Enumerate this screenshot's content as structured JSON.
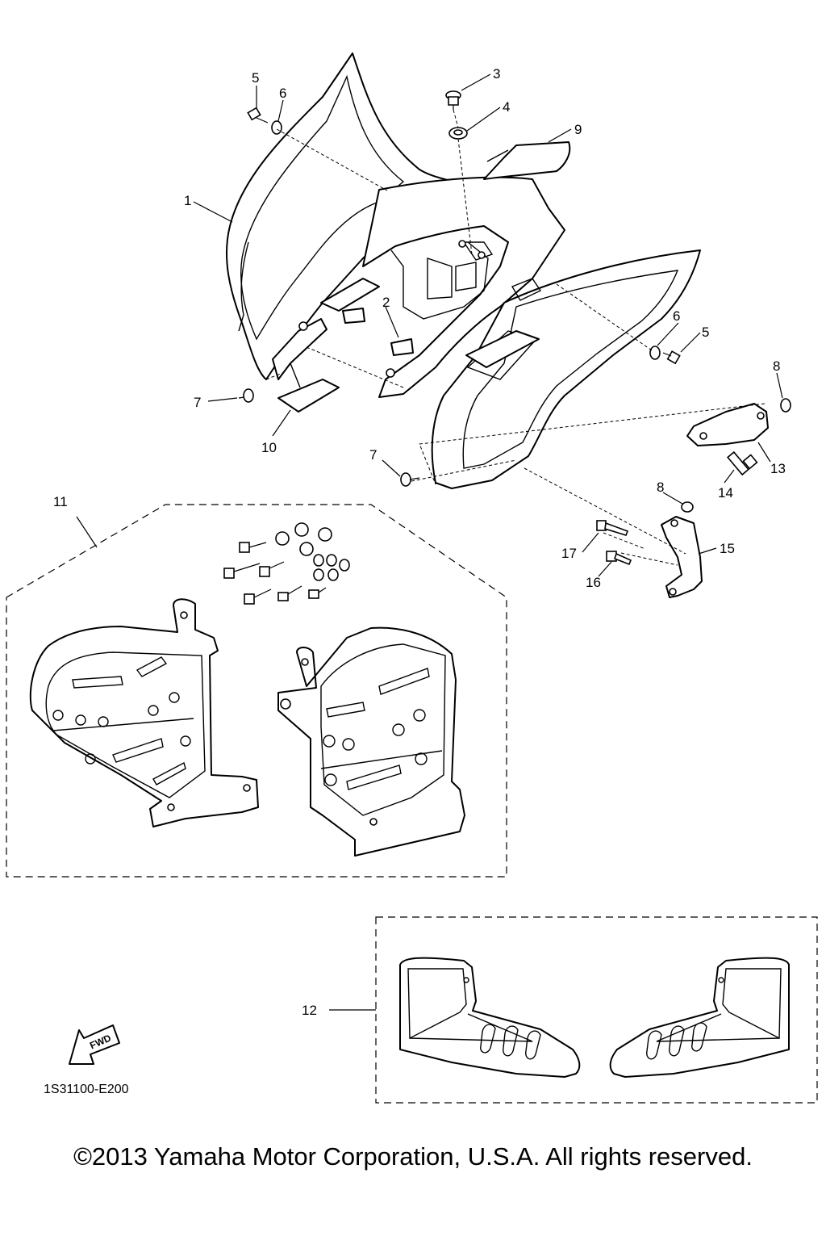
{
  "callouts": {
    "c1": "1",
    "c2": "2",
    "c3": "3",
    "c4": "4",
    "c5a": "5",
    "c5b": "5",
    "c6a": "6",
    "c6b": "6",
    "c7a": "7",
    "c7b": "7",
    "c8a": "8",
    "c8b": "8",
    "c9": "9",
    "c10": "10",
    "c11": "11",
    "c12": "12",
    "c13": "13",
    "c14": "14",
    "c15": "15",
    "c16": "16",
    "c17": "17"
  },
  "fwd_label": "FWD",
  "diagram_code": "1S31100-E200",
  "copyright": "©2013 Yamaha Motor Corporation, U.S.A. All rights reserved."
}
